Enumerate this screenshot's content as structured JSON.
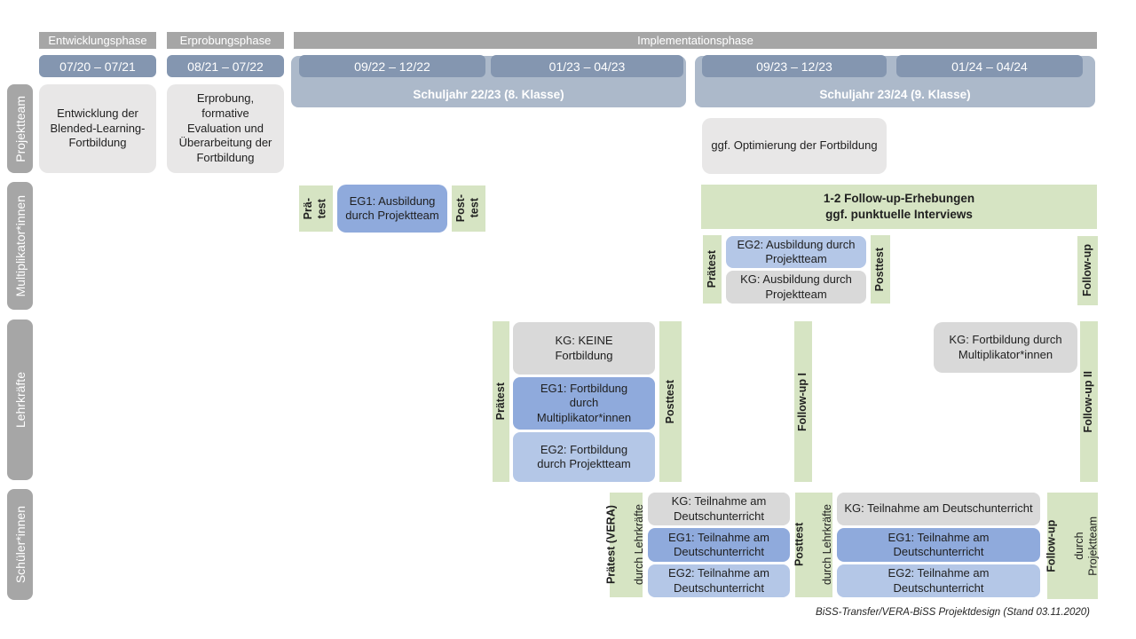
{
  "colors": {
    "header-gray": "#A6A6A6",
    "sidebar-gray": "#A6A6A6",
    "date-blue": "#8496B0",
    "year-blue": "#ACB9CA",
    "box-lightgray": "#E8E7E7",
    "kg-gray": "#D9D9D9",
    "eg1-blue": "#8FAADC",
    "eg2-blue": "#B4C7E7",
    "test-green": "#D6E4C3"
  },
  "phases": {
    "entwicklung": "Entwicklungsphase",
    "erprobung": "Erprobungsphase",
    "implementation": "Implementationsphase"
  },
  "dates": {
    "d1": "07/20 – 07/21",
    "d2": "08/21 – 07/22",
    "d3": "09/22 – 12/22",
    "d4": "01/23 – 04/23",
    "d5": "09/23 – 12/23",
    "d6": "01/24 – 04/24"
  },
  "school_years": {
    "y2223": "Schuljahr 22/23 (8. Klasse)",
    "y2324": "Schuljahr 23/24 (9. Klasse)"
  },
  "sidebar": {
    "projektteam": "Projektteam",
    "multiplikatoren": "Multiplikator*innen",
    "lehrkraefte": "Lehrkräfte",
    "schueler": "Schüler*innen"
  },
  "projektteam": {
    "entwicklung": "Entwicklung der Blended-Learning-Fortbildung",
    "erprobung": "Erprobung, formative Evaluation und Überarbeitung der Fortbildung",
    "optimierung": "ggf. Optimierung der Fortbildung"
  },
  "multiplikatoren": {
    "praetest1": "Prä-\ntest",
    "eg1": "EG1: Ausbildung durch Projektteam",
    "posttest1": "Post-\ntest",
    "followup_erhebungen": "1-2 Follow-up-Erhebungen\nggf. punktuelle Interviews",
    "praetest2": "Prätest",
    "eg2": "EG2: Ausbildung durch Projektteam",
    "kg": "KG: Ausbildung durch Projektteam",
    "posttest2": "Posttest",
    "followup": "Follow-up"
  },
  "lehrkraefte": {
    "praetest": "Prätest",
    "kg1": "KG: KEINE Fortbildung",
    "eg1": "EG1: Fortbildung durch Multiplikator*innen",
    "eg2": "EG2: Fortbildung durch Projektteam",
    "posttest": "Posttest",
    "followup1": "Follow-up I",
    "kg2": "KG: Fortbildung durch Multiplikator*innen",
    "followup2": "Follow-up II"
  },
  "schueler": {
    "praetest_bold": "Prätest (VERA)",
    "praetest_sub": "durch Lehrkräfte",
    "kg1": "KG: Teilnahme am Deutschunterricht",
    "eg1a": "EG1: Teilnahme am Deutschunterricht",
    "eg2a": "EG2: Teilnahme am Deutschunterricht",
    "posttest_bold": "Posttest",
    "posttest_sub": "durch Lehrkräfte",
    "kg2": "KG: Teilnahme am Deutschunterricht",
    "eg1b": "EG1: Teilnahme am Deutschunterricht",
    "eg2b": "EG2: Teilnahme am Deutschunterricht",
    "followup_bold": "Follow-up",
    "followup_sub": "durch\nProjektteam"
  },
  "footer": "BiSS-Transfer/VERA-BiSS Projektdesign (Stand 03.11.2020)"
}
